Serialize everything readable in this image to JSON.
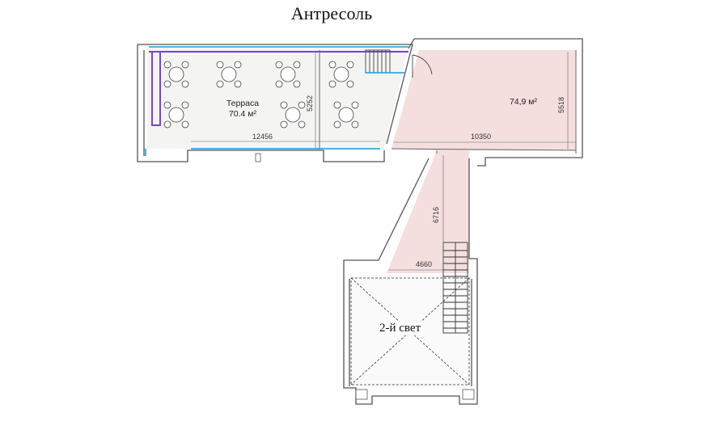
{
  "title": "Антресоль",
  "rooms": {
    "terrace": {
      "name": "Терраса",
      "area": "70.4 м²"
    },
    "hall": {
      "area": "74,9 м²"
    },
    "void": {
      "label": "2-й свет"
    }
  },
  "dimensions": {
    "terrace_length": "12456",
    "terrace_depth": "5252",
    "hall_length": "10350",
    "hall_depth": "5518",
    "corridor_length": "6716",
    "corridor_width": "4660"
  },
  "colors": {
    "room_fill": "#f5dede",
    "terrace_fill": "#f4f4f2",
    "wall": "#555555",
    "glazing": "#1a9bd7",
    "railing": "#7b3fe4"
  }
}
